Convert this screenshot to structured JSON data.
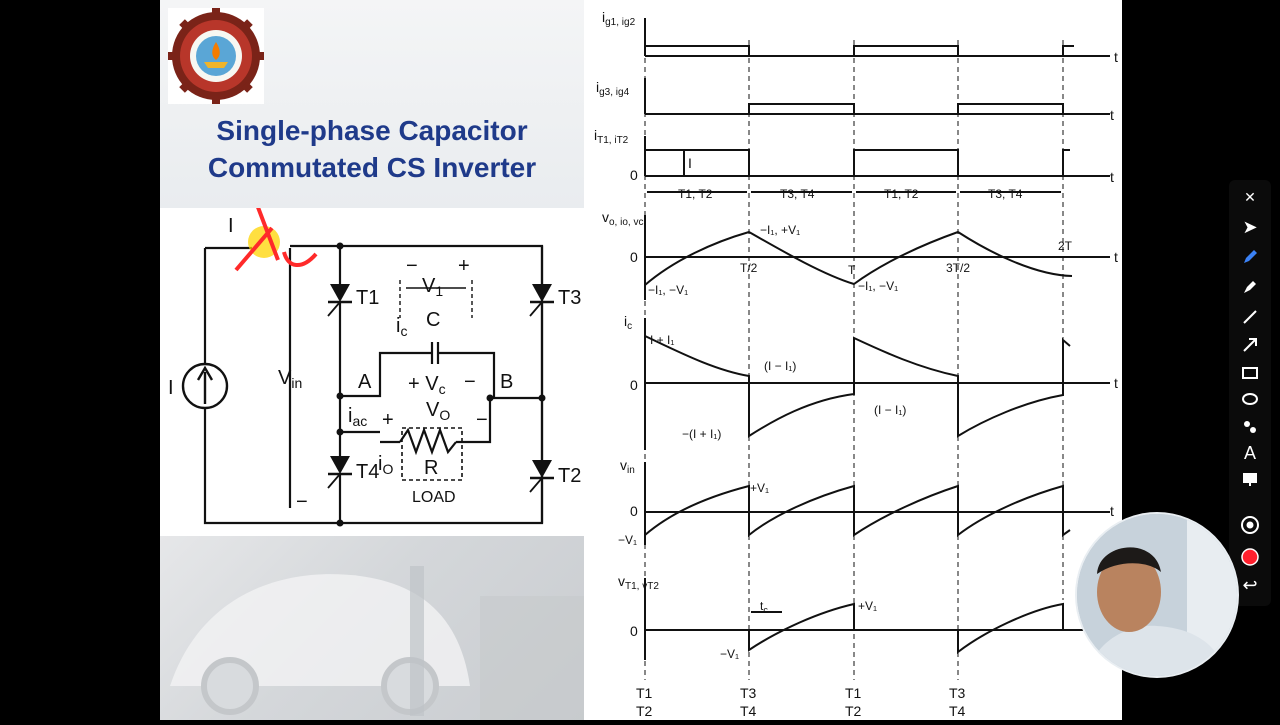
{
  "slide": {
    "title_line1": "Single-phase Capacitor",
    "title_line2": "Commutated CS Inverter",
    "logo_label": "university-seal"
  },
  "circuit": {
    "labels": {
      "source_current": "I",
      "source": "I",
      "vin": "V",
      "vin_sub": "in",
      "minus": "−",
      "t1": "T1",
      "t2": "T2",
      "t3": "T3",
      "t4": "T4",
      "v1": "V",
      "v1_sub": "1",
      "v1_minus": "−",
      "v1_plus": "+",
      "ic": "i",
      "ic_sub": "c",
      "c": "C",
      "vc": "+ V",
      "vc_sub": "c",
      "vc_minus": "−",
      "node_a": "A",
      "node_b": "B",
      "iac": "i",
      "iac_sub": "ac",
      "vo": "V",
      "vo_sub": "O",
      "io": "i",
      "io_sub": "O",
      "plus": "+",
      "minus2": "−",
      "r": "R",
      "load": "LOAD"
    }
  },
  "waveforms": {
    "t_label": "t",
    "zero": "0",
    "labels": {
      "ig12": "i",
      "ig12_sub": "g1, ig2",
      "ig34": "i",
      "ig34_sub": "g3, ig4",
      "it12": "i",
      "it12_sub": "T1, iT2",
      "I": "I",
      "seg_t1t2": "T1, T2",
      "seg_t3t4": "T3, T4",
      "vo": "v",
      "vo_sub": "o, io, vc",
      "p_i1v1": "−I₁, +V₁",
      "n_i1v1_a": "−I₁, −V₁",
      "n_i1v1_b": "−I₁, −V₁",
      "t_half": "T/2",
      "t_full": "T",
      "t_3half": "3T/2",
      "t_2": "2T",
      "ic": "i",
      "ic_sub": "c",
      "i_plus_i1": "I + I₁",
      "i_minus_i1_a": "(I − I₁)",
      "i_minus_i1_b": "(I − I₁)",
      "neg_i_plus_i1": "−(I + I₁)",
      "vin": "v",
      "vin_sub": "in",
      "plus_v1": "+V₁",
      "minus_v1": "−V₁",
      "vt": "v",
      "vt_sub": "T1, vT2",
      "tc": "t",
      "tc_sub": "c",
      "plus_v1_b": "+V₁",
      "minus_v1_b": "−V₁",
      "bottom": [
        "T1",
        "T2",
        "T3",
        "T4",
        "T1",
        "T2",
        "T3",
        "T4"
      ]
    }
  },
  "toolbar": {
    "items": [
      "close",
      "select",
      "pen",
      "highlighter",
      "line",
      "arrow",
      "rectangle",
      "ellipse",
      "stamp",
      "text",
      "whiteboard",
      "record",
      "red-dot",
      "undo"
    ],
    "glyph_close": "✕",
    "glyph_select": "➤",
    "glyph_text": "A",
    "glyph_undo": "↩"
  },
  "colors": {
    "title": "#1f3a8a",
    "toolbar_bg": "#0b0b0b",
    "pen_blue": "#3b82f6",
    "record_red": "#ff1f2d",
    "annotation_red": "#ff2a2a",
    "highlight_yellow": "#ffd400"
  }
}
